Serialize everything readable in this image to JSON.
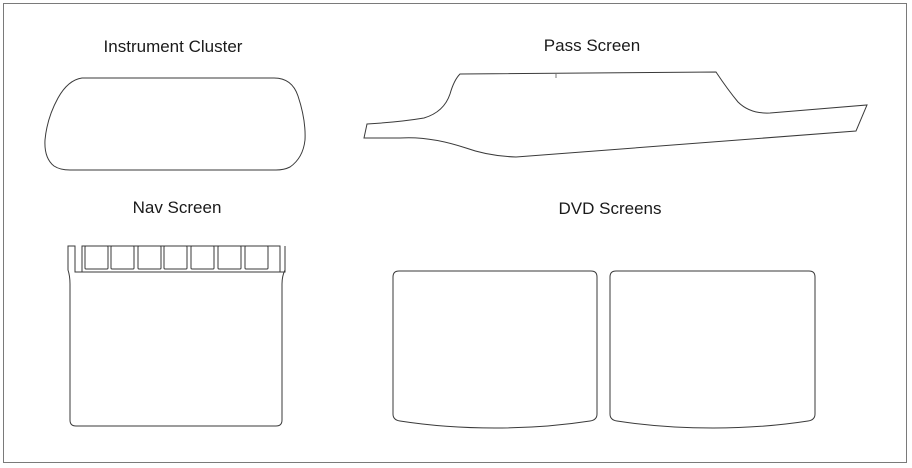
{
  "labels": {
    "instrument_cluster": "Instrument Cluster",
    "pass_screen": "Pass Screen",
    "nav_screen": "Nav Screen",
    "dvd_screens": "DVD Screens"
  },
  "colors": {
    "outline": "#3a3a3a",
    "frame": "#7a7a7a",
    "text": "#1a1a1a"
  }
}
